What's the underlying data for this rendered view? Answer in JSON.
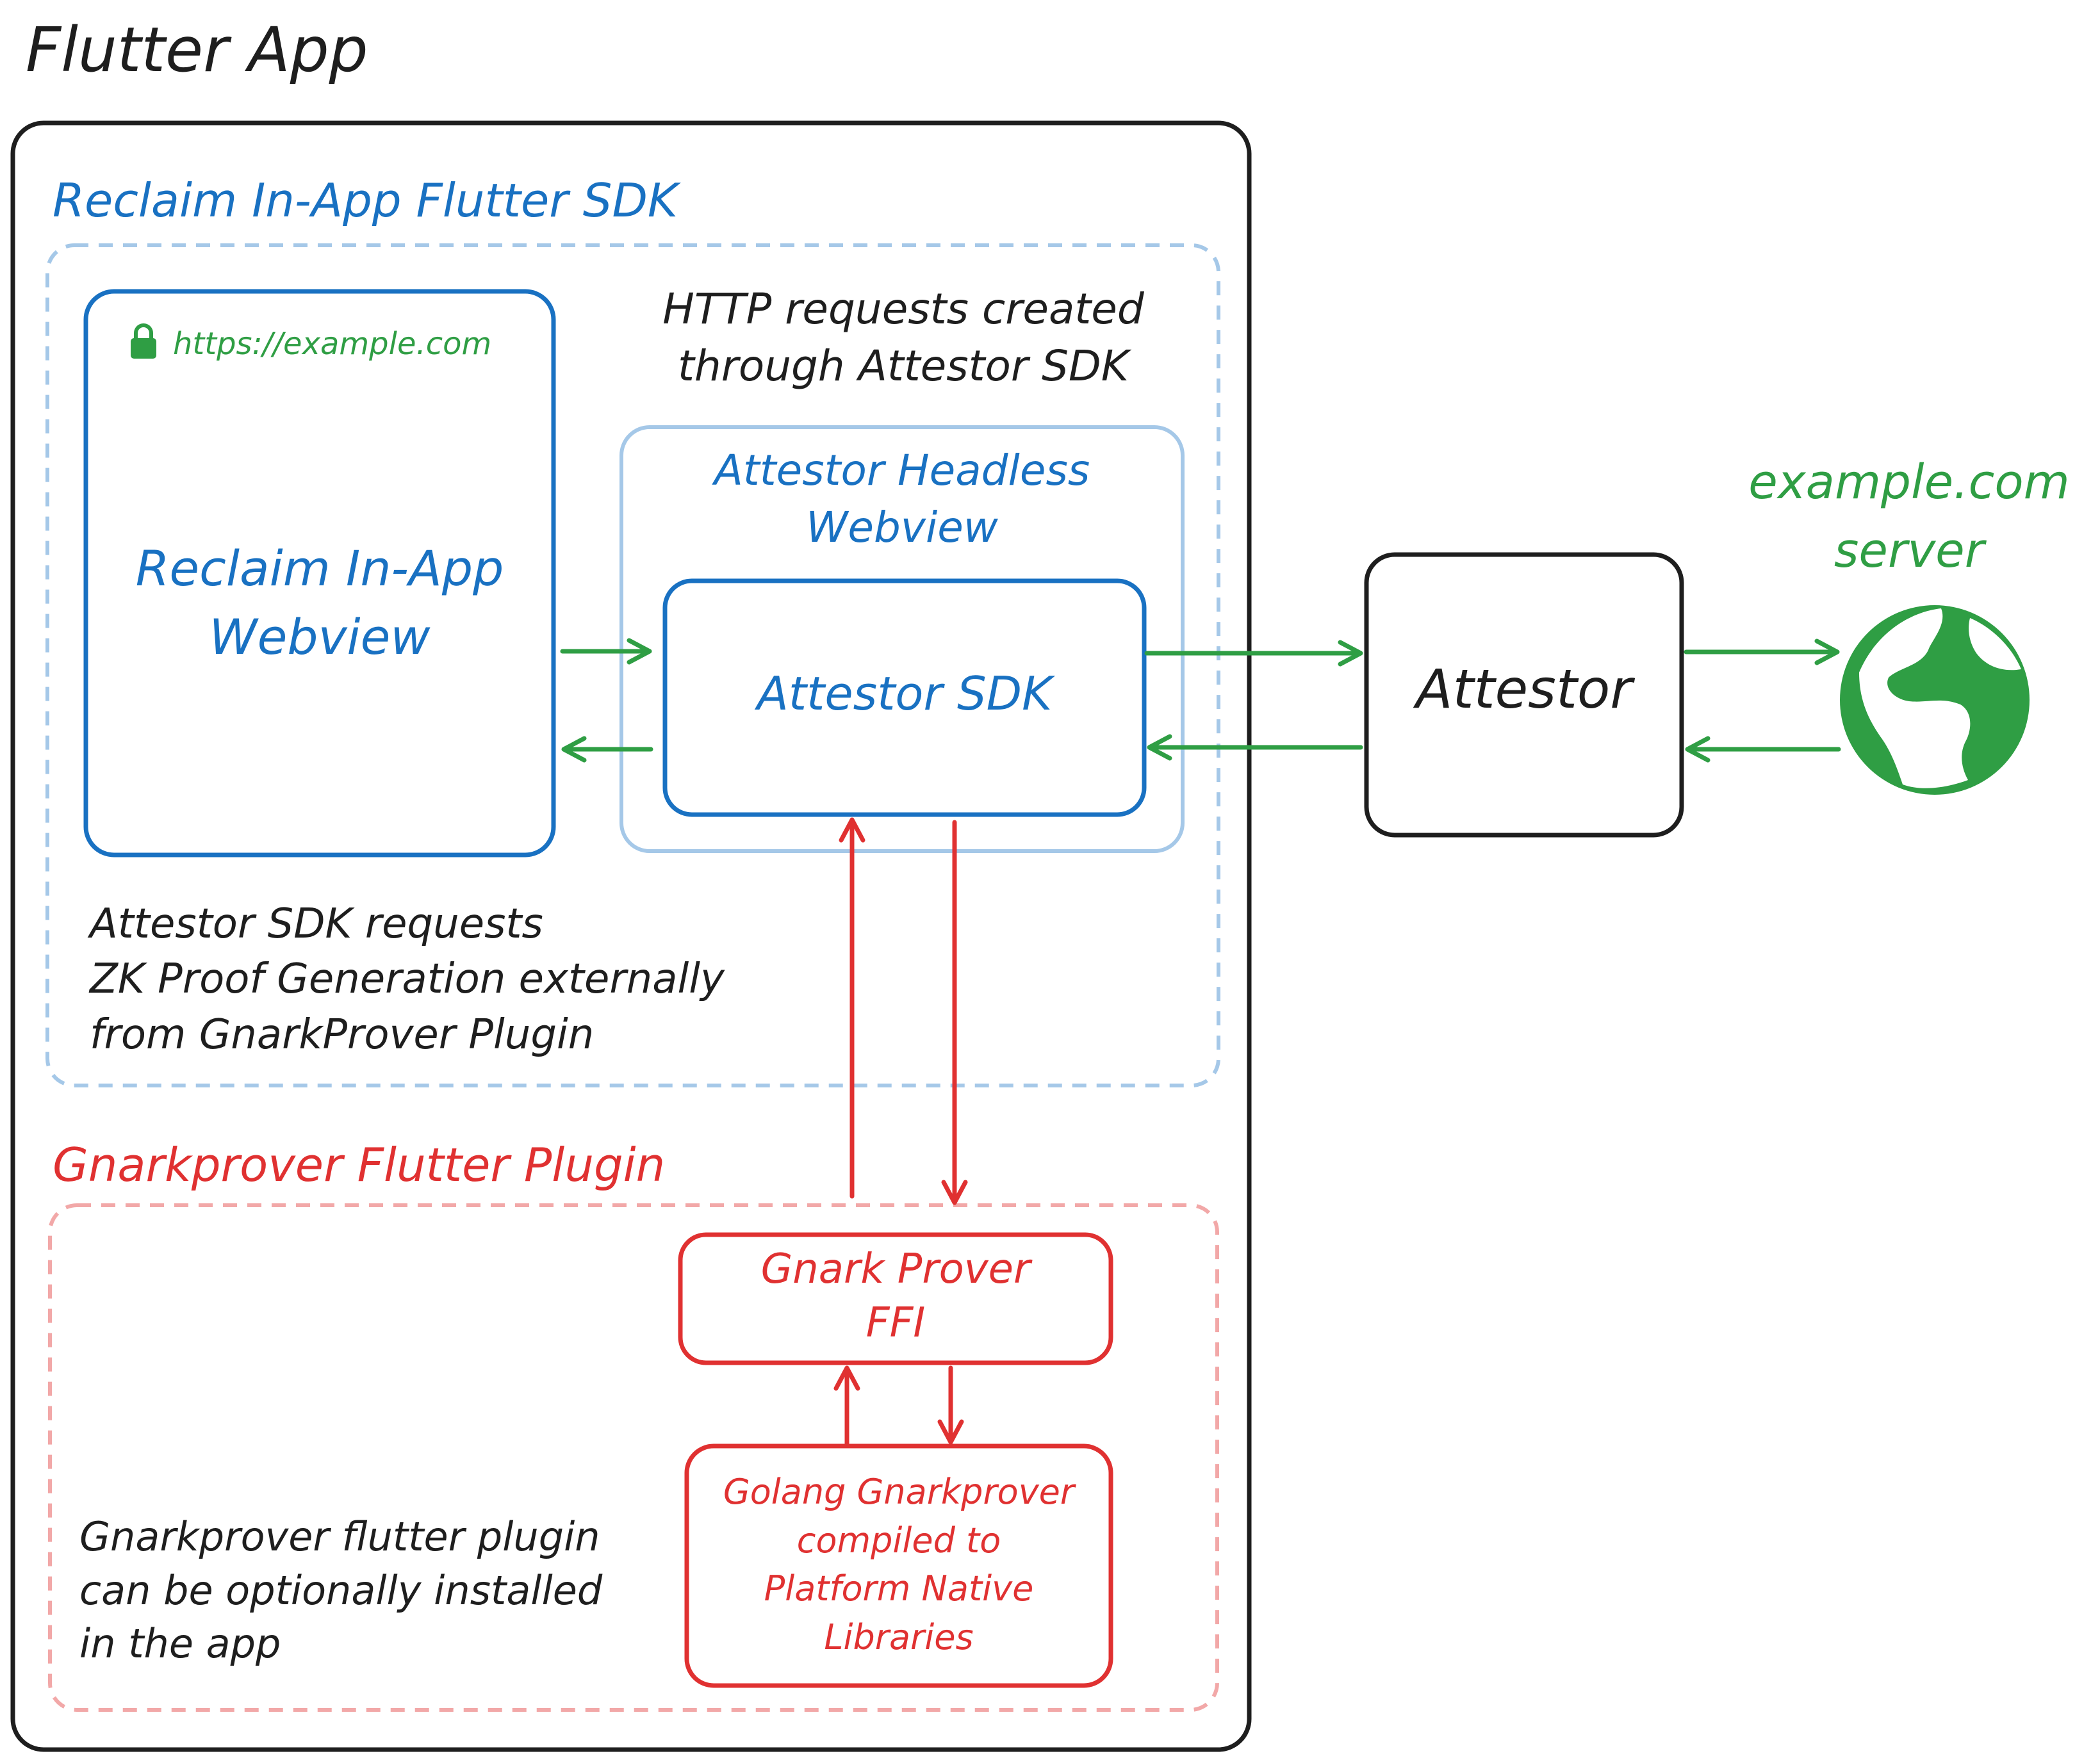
{
  "title": "Flutter App",
  "sdk_group": {
    "label": "Reclaim In-App Flutter SDK"
  },
  "webview": {
    "url": "https://example.com",
    "label_line1": "Reclaim In-App",
    "label_line2": "Webview"
  },
  "http_note": {
    "line1": "HTTP requests created",
    "line2": "through Attestor SDK"
  },
  "headless": {
    "line1": "Attestor Headless",
    "line2": "Webview"
  },
  "attestor_sdk": {
    "label": "Attestor SDK"
  },
  "attestor": {
    "label": "Attestor"
  },
  "server": {
    "line1": "example.com",
    "line2": "server"
  },
  "zk_note": {
    "line1": "Attestor SDK requests",
    "line2": "ZK Proof Generation externally",
    "line3": "from GnarkProver Plugin"
  },
  "plugin_group": {
    "label": "Gnarkprover Flutter Plugin"
  },
  "ffi": {
    "line1": "Gnark Prover",
    "line2": "FFI"
  },
  "golang": {
    "line1": "Golang Gnarkprover",
    "line2": "compiled to",
    "line3": "Platform Native",
    "line4": "Libraries"
  },
  "optional_note": {
    "line1": "Gnarkprover flutter plugin",
    "line2": "can be optionally installed",
    "line3": "in the app"
  },
  "colors": {
    "black": "#1e1e1e",
    "blue": "#1971c2",
    "light_blue": "#a5c8e8",
    "green": "#2f9e44",
    "red": "#e03131",
    "light_red": "#f2a8a8"
  },
  "icons": {
    "lock": "lock-icon",
    "globe": "globe-icon"
  }
}
